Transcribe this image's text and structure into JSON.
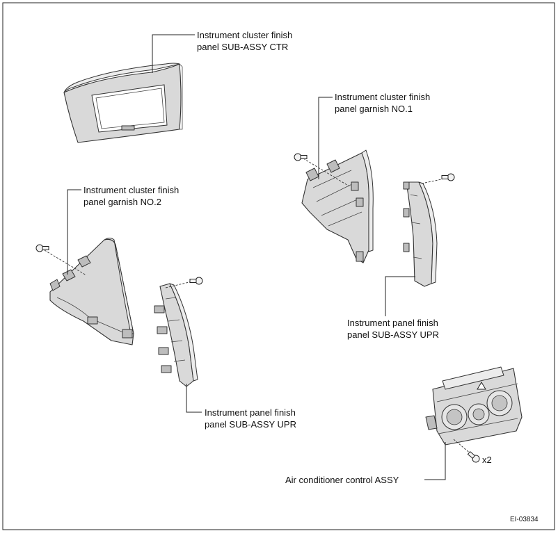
{
  "labels": {
    "cluster_panel_ctr_l1": "Instrument cluster finish",
    "cluster_panel_ctr_l2": "panel SUB-ASSY CTR",
    "garnish_no1_l1": "Instrument cluster finish",
    "garnish_no1_l2": "panel garnish NO.1",
    "garnish_no2_l1": "Instrument cluster finish",
    "garnish_no2_l2": "panel garnish NO.2",
    "panel_upr_right_l1": "Instrument panel finish",
    "panel_upr_right_l2": "panel SUB-ASSY UPR",
    "panel_upr_left_l1": "Instrument panel finish",
    "panel_upr_left_l2": "panel SUB-ASSY UPR",
    "ac_control": "Air conditioner control ASSY",
    "screw_qty": "x2",
    "figure_code": "EI-03834"
  },
  "icons": [
    "screw-icon",
    "hazard-triangle-icon"
  ]
}
